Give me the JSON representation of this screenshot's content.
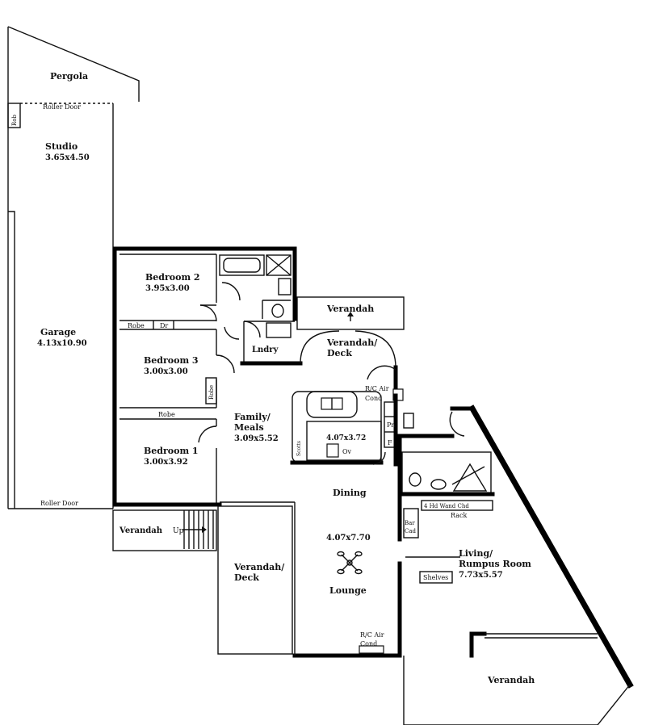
{
  "plan": {
    "pergola": "Pergola",
    "roller_door_top": "Roller Door",
    "roller_door_bottom": "Roller Door",
    "rob_small": "Rob",
    "studio_name": "Studio",
    "studio_dims": "3.65x4.50",
    "garage_name": "Garage",
    "garage_dims": "4.13x10.90",
    "bed2_name": "Bedroom 2",
    "bed2_dims": "3.95x3.00",
    "bed2_robe": "Robe",
    "bed2_dr": "Dr",
    "bed3_name": "Bedroom 3",
    "bed3_dims": "3.00x3.00",
    "bed3_robe": "Robe",
    "bed1_robe": "Robe",
    "bed1_name": "Bedroom 1",
    "bed1_dims": "3.00x3.92",
    "lndry": "Lndry",
    "verandah_top": "Verandah",
    "verandah_deck_top_1": "Verandah/",
    "verandah_deck_top_2": "Deck",
    "rc_air_top_1": "R/C Air",
    "rc_air_top_2": "Cond",
    "family_1": "Family/",
    "family_2": "Meals",
    "family_dims": "3.09x5.52",
    "kitchen_dims": "4.07x3.72",
    "kitchen_ov": "Ov",
    "kitchen_sfx": "Scotts",
    "kitchen_pn": "Pn",
    "kitchen_f": "F",
    "dining": "Dining",
    "lounge_dims": "4.07x7.70",
    "lounge": "Lounge",
    "verandah_left": "Verandah",
    "verandah_up": "Up",
    "verandah_deck_mid_1": "Verandah/",
    "verandah_deck_mid_2": "Deck",
    "rc_air_bottom_1": "R/C Air",
    "rc_air_bottom_2": "Cond",
    "rack_labels": "4 Hd Wand Chd",
    "rack": "Rack",
    "bar": "Bar",
    "cad": "Cad",
    "living_1": "Living/",
    "living_2": "Rumpus Room",
    "living_dims": "7.73x5.57",
    "shelves": "Shelves",
    "verandah_bottom": "Verandah"
  }
}
